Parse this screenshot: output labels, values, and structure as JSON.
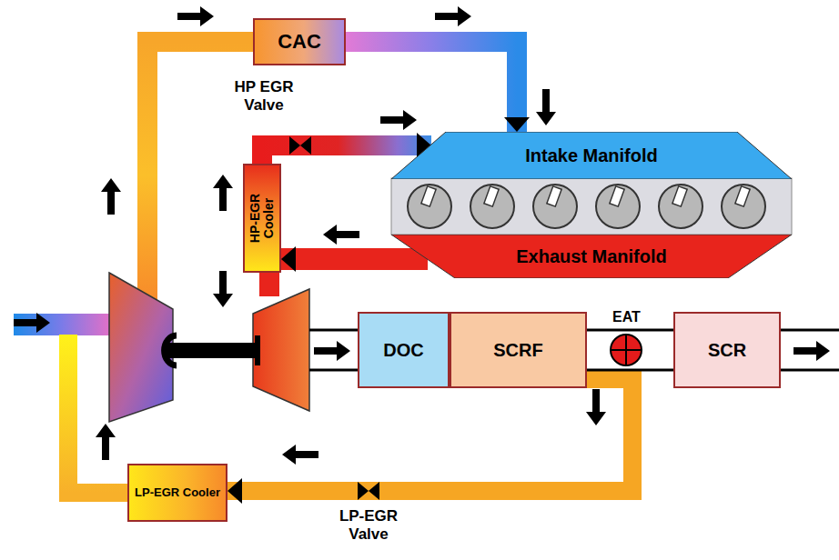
{
  "diagram": {
    "nodes": [
      {
        "text": [
          "CAC"
        ]
      },
      {
        "text": [
          "Intake Manifold"
        ]
      },
      {
        "text": [
          "Exhaust Manifold"
        ]
      },
      {
        "text": [
          "HP-EGR Cooler"
        ]
      },
      {
        "text": [
          "DOC"
        ]
      },
      {
        "text": [
          "SCRF"
        ]
      },
      {
        "text": [
          "SCR"
        ]
      },
      {
        "text": [
          "LP-EGR Cooler"
        ]
      }
    ],
    "edges": [
      {
        "from": 0,
        "to": 1,
        "arrow": "to"
      },
      {
        "from": 2,
        "to": 3,
        "arrow": "to"
      },
      {
        "from": 3,
        "to": 1,
        "arrow": "to"
      },
      {
        "from": 5,
        "to": 6,
        "arrow": "none"
      },
      {
        "from": 5,
        "to": 7,
        "arrow": "to"
      }
    ],
    "labels": [
      "HP EGR Valve",
      "EAT",
      "LP-EGR Valve"
    ]
  }
}
